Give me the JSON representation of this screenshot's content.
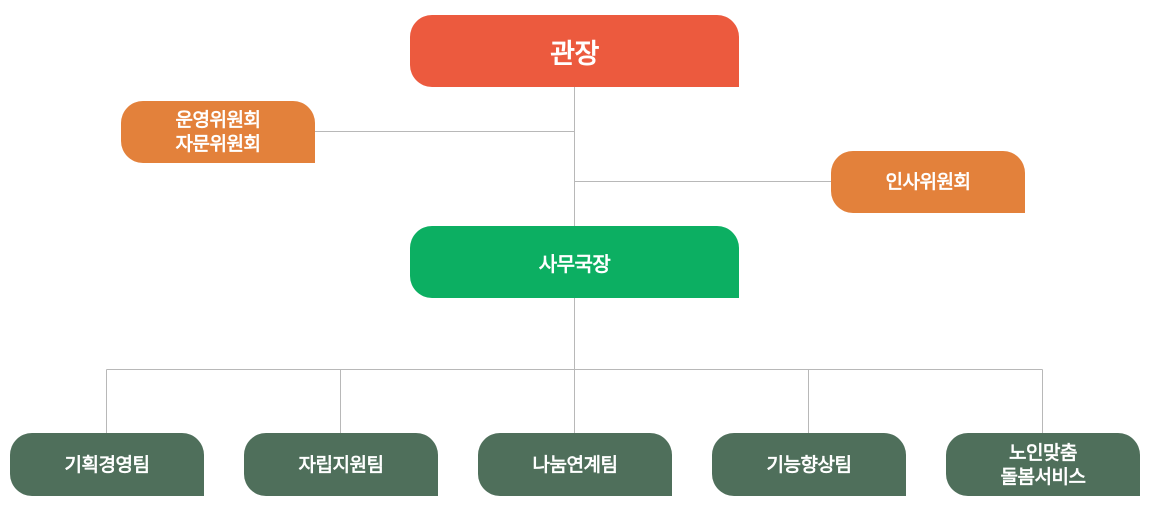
{
  "org_chart": {
    "head": {
      "label": "관장"
    },
    "committees": {
      "operations": {
        "line1": "운영위원회",
        "line2": "자문위원회"
      },
      "hr": {
        "label": "인사위원회"
      }
    },
    "director": {
      "label": "사무국장"
    },
    "teams": [
      {
        "line1": "기획경영팀"
      },
      {
        "line1": "자립지원팀"
      },
      {
        "line1": "나눔연계팀"
      },
      {
        "line1": "기능향상팀"
      },
      {
        "line1": "노인맞춤",
        "line2": "돌봄서비스"
      }
    ]
  },
  "colors": {
    "head": "#ec5a3e",
    "committee": "#e3813b",
    "director": "#0caf62",
    "team": "#4f6f5b",
    "connector": "#b8b8b8"
  }
}
